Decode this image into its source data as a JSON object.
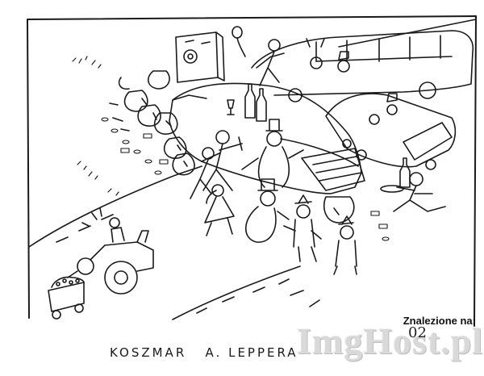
{
  "cartoon": {
    "caption": "KOSZMAR   A. LEPPERA",
    "signature": "02",
    "ink_color": "#1a1a1a",
    "paper_color": "#ffffff"
  },
  "overlay": {
    "found_on_label": "Znalezione na:",
    "watermark_text": "ImgHost.pl",
    "watermark_color": "#d9d9d9"
  }
}
